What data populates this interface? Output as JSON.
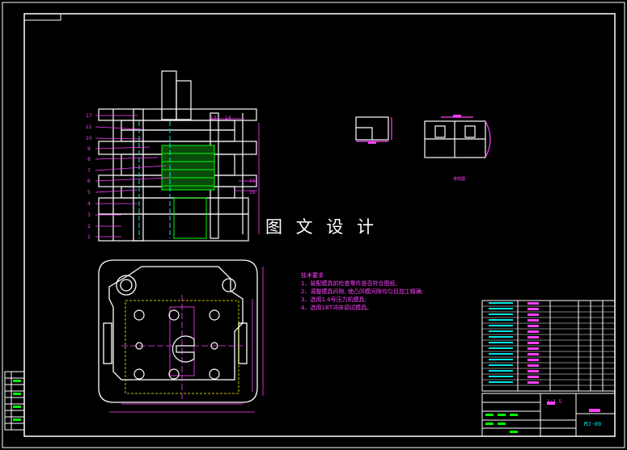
{
  "watermark": "图 文 设 计",
  "notes": {
    "title": "技术要求",
    "items": [
      "1、装配模具前检查零件是否符合图纸;",
      "2、调整模具间隙, 使凸凹模间隙均匀且加工精确;",
      "3、选用1.4号压力机模具;",
      "4、选用1BT冲床调试模具。"
    ]
  },
  "title_block": {
    "drawing_code": "MJ-00",
    "scale": "1:1.5"
  },
  "part_view_label": "排样图",
  "callouts": [
    "17",
    "11",
    "10",
    "9",
    "8",
    "7",
    "6",
    "5",
    "4",
    "3",
    "2",
    "1",
    "13",
    "14",
    "15",
    "16"
  ],
  "colors": {
    "background": "#000000",
    "border": "#ffffff",
    "annotation": "#ff40ff",
    "green": "#00ff00",
    "cyan": "#00e5e5",
    "yellow": "#ffff00"
  }
}
